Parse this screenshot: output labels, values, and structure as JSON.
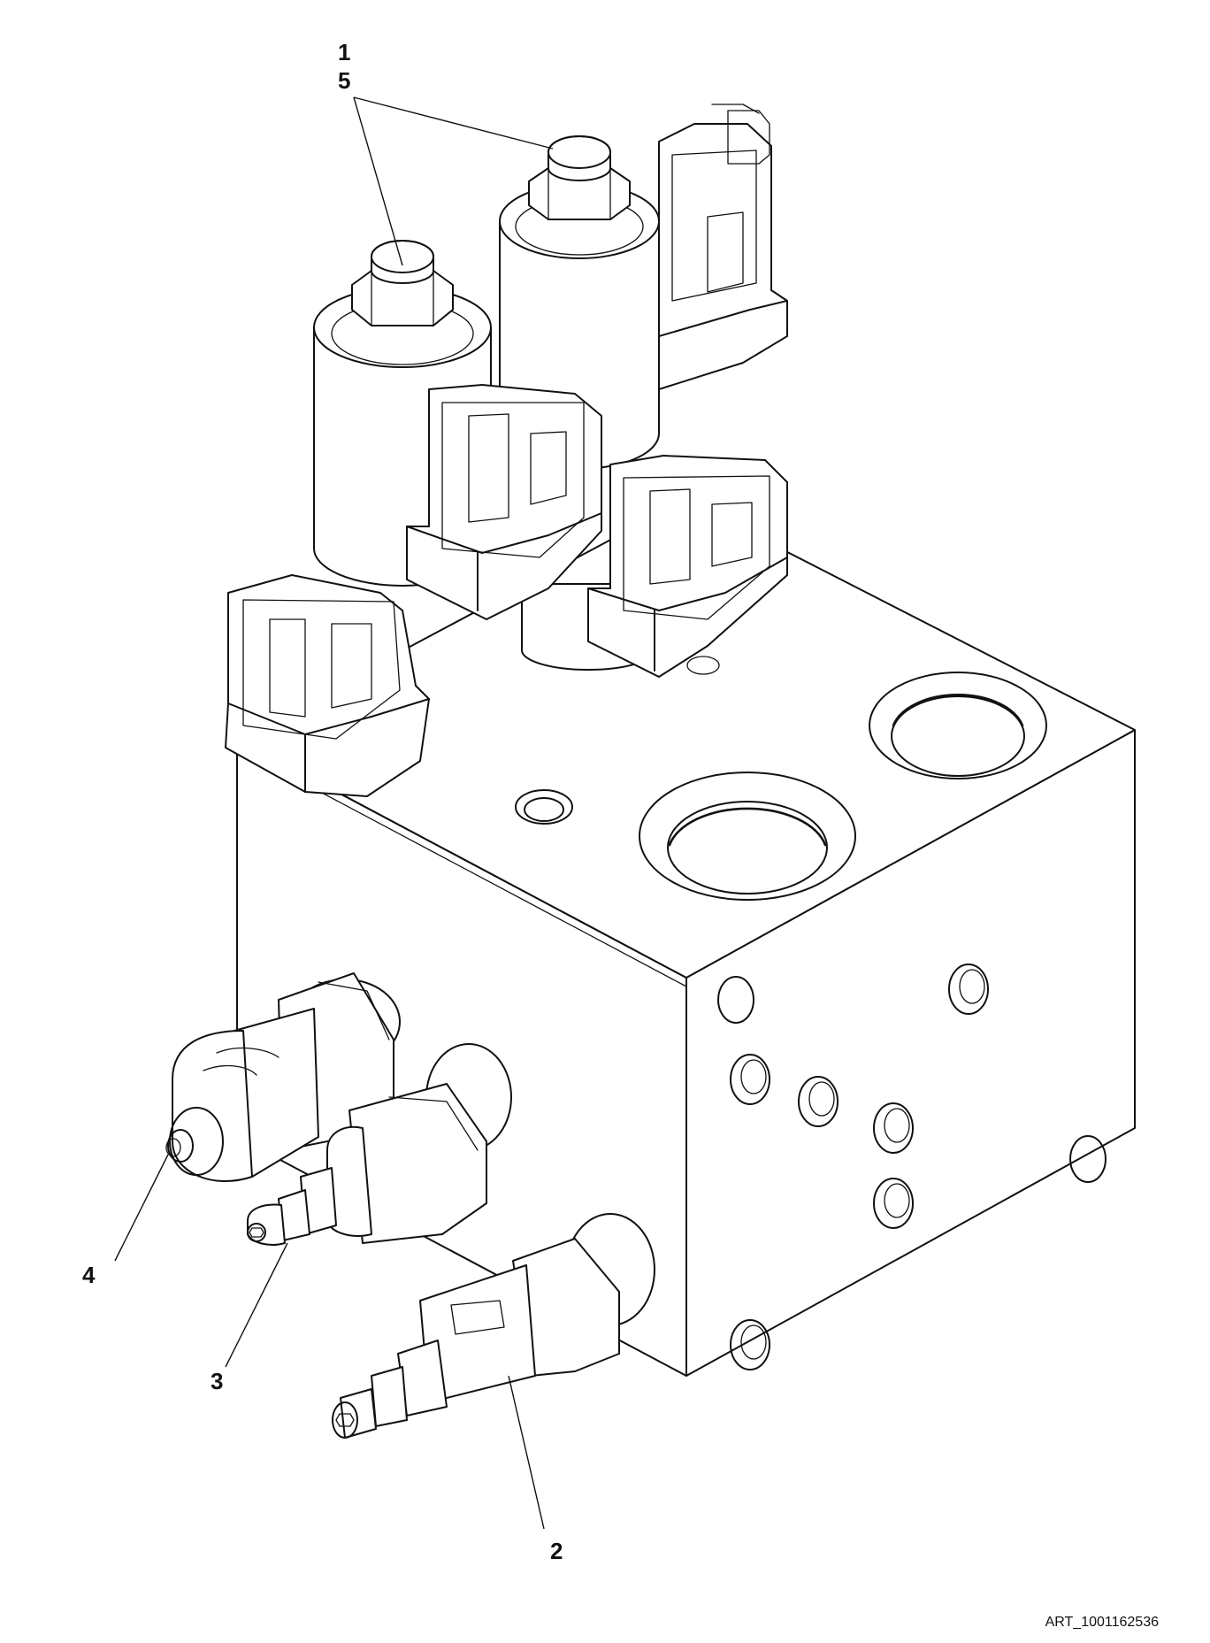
{
  "diagram": {
    "callouts": [
      {
        "id": "1",
        "label": "1"
      },
      {
        "id": "5",
        "label": "5"
      },
      {
        "id": "4",
        "label": "4"
      },
      {
        "id": "3",
        "label": "3"
      },
      {
        "id": "2",
        "label": "2"
      }
    ],
    "art_reference": "ART_1001162536"
  }
}
